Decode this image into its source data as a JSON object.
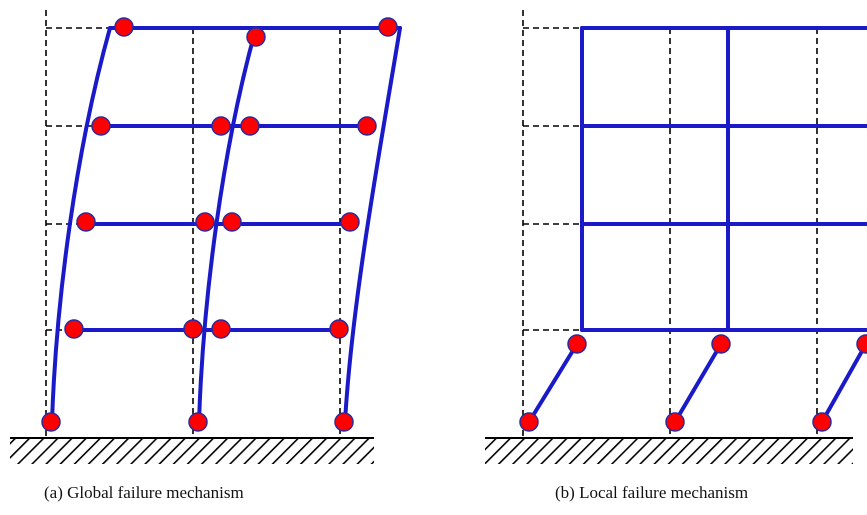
{
  "figure": {
    "panel_a": {
      "caption": "(a) Global failure mechanism"
    },
    "panel_b": {
      "caption": "(b) Local failure mechanism"
    }
  },
  "colors": {
    "frame": "#1a1ac8",
    "hinge_fill": "#ff0000",
    "hinge_stroke": "#2a2aa0",
    "reference_grid": "#000000",
    "ground": "#000000"
  },
  "icons": {
    "plastic_hinge": "red-circle",
    "fixed_support": "hatched-ground"
  }
}
